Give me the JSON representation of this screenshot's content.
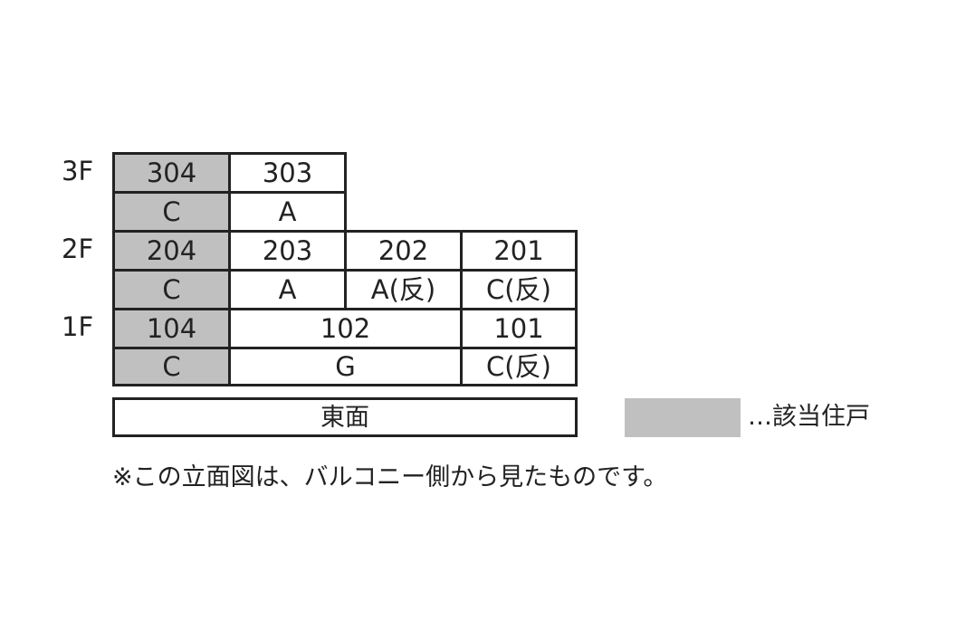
{
  "floors": [
    "3F",
    "2F",
    "1F"
  ],
  "units": {
    "u304": "304",
    "t304": "C",
    "u303": "303",
    "t303": "A",
    "u204": "204",
    "t204": "C",
    "u203": "203",
    "t203": "A",
    "u202": "202",
    "t202": "A(反)",
    "u201": "201",
    "t201": "C(反)",
    "u104": "104",
    "t104": "C",
    "u102": "102",
    "t102": "G",
    "u101": "101",
    "t101": "C(反)"
  },
  "facade_label": "東面",
  "legend_label": "…該当住戸",
  "note": "※この立面図は、バルコニー側から見たものです。",
  "colors": {
    "highlight": "#c0c0c0",
    "line": "#222222"
  }
}
